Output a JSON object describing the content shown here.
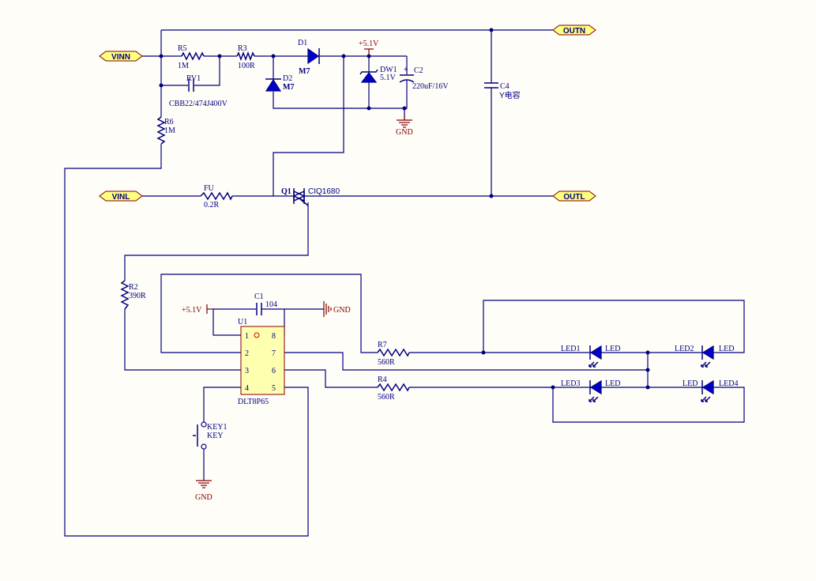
{
  "ports": {
    "vinn": "VINN",
    "vinl": "VINL",
    "outn": "OUTN",
    "outl": "OUTL"
  },
  "components": {
    "r5": {
      "ref": "R5",
      "value": "1M"
    },
    "r3": {
      "ref": "R3",
      "value": "100R"
    },
    "d1": {
      "ref": "D1",
      "value": "M7"
    },
    "d2": {
      "ref": "D2",
      "value": "M7"
    },
    "rv1": {
      "ref": "RV1",
      "value": "CBB22/474J400V"
    },
    "r6": {
      "ref": "R6",
      "value": "1M"
    },
    "dw1": {
      "ref": "DW1",
      "value": "5.1V"
    },
    "c2": {
      "ref": "C2",
      "value": "220uF/16V",
      "polarity": "+"
    },
    "c4": {
      "ref": "C4",
      "value": "Y电容"
    },
    "fu": {
      "ref": "FU",
      "value": "0.2R"
    },
    "q1": {
      "ref": "Q1",
      "value": "CIQ1680"
    },
    "r2": {
      "ref": "R2",
      "value": "390R"
    },
    "c1": {
      "ref": "C1",
      "value": "104"
    },
    "u1": {
      "ref": "U1",
      "value": "DLT8P65",
      "pins": [
        "1",
        "2",
        "3",
        "4",
        "5",
        "6",
        "7",
        "8"
      ]
    },
    "r7": {
      "ref": "R7",
      "value": "560R"
    },
    "r4": {
      "ref": "R4",
      "value": "560R"
    },
    "led1": {
      "ref": "LED1",
      "value": "LED"
    },
    "led2": {
      "ref": "LED2",
      "value": "LED"
    },
    "led3": {
      "ref": "LED3",
      "value": "LED"
    },
    "led4": {
      "ref": "LED4",
      "value": "LED"
    },
    "key1": {
      "ref": "KEY1",
      "value": "KEY"
    }
  },
  "power": {
    "vcc_top": "+5.1V",
    "vcc_c1": "+5.1V",
    "gnd_c2": "GND",
    "gnd_c1": "GND",
    "gnd_key": "GND"
  },
  "colors": {
    "wire": "#00007F",
    "power": "#800000",
    "port_fill": "#FFFF80",
    "diode_fill": "#0000CC",
    "background": "#FFFDF7"
  }
}
